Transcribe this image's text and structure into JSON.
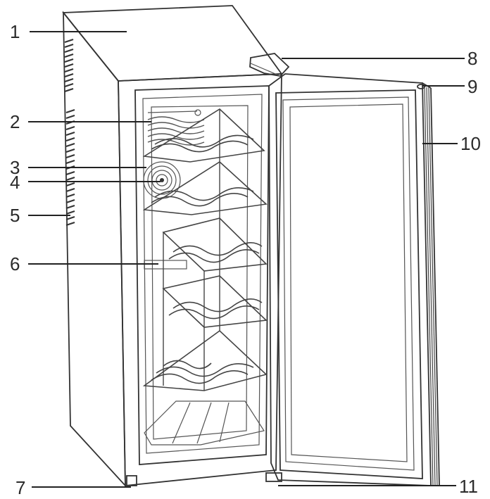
{
  "labels": {
    "l1": "1",
    "l2": "2",
    "l3": "3",
    "l4": "4",
    "l5": "5",
    "l6": "6",
    "l7": "7",
    "l8": "8",
    "l9": "9",
    "l10": "10",
    "l11": "11"
  },
  "colors": {
    "line": "#333333",
    "background": "#ffffff"
  }
}
